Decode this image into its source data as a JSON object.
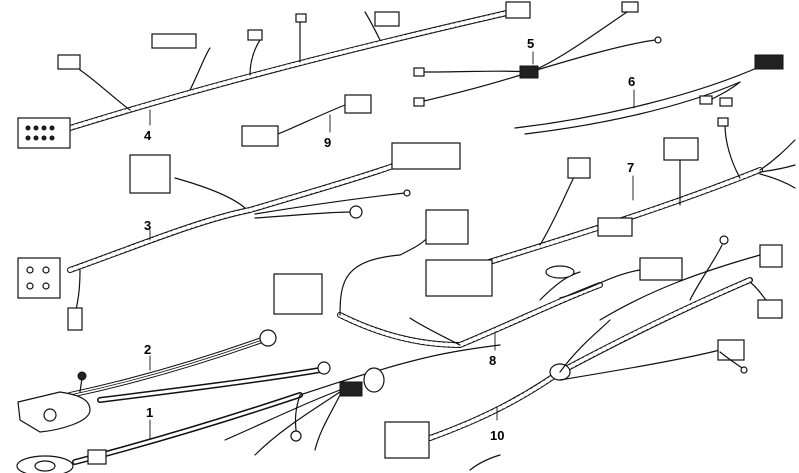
{
  "parts": [
    {
      "id": "part-1",
      "label": "1"
    },
    {
      "id": "part-2",
      "label": "2"
    },
    {
      "id": "part-3",
      "label": "3"
    },
    {
      "id": "part-4",
      "label": "4"
    },
    {
      "id": "part-5",
      "label": "5"
    },
    {
      "id": "part-6",
      "label": "6"
    },
    {
      "id": "part-7",
      "label": "7"
    },
    {
      "id": "part-8",
      "label": "8"
    },
    {
      "id": "part-9",
      "label": "9"
    },
    {
      "id": "part-10",
      "label": "10"
    }
  ]
}
